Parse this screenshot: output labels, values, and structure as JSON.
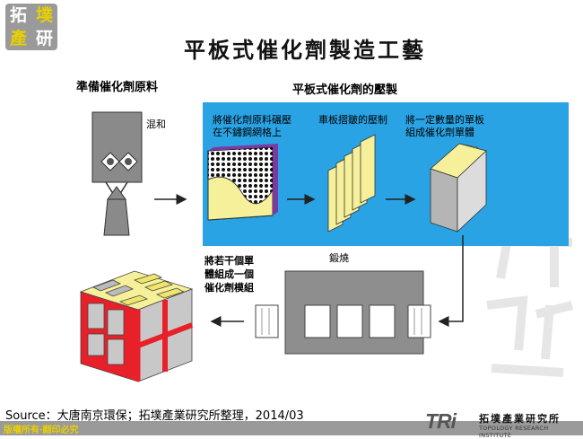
{
  "logo": {
    "chars": [
      "拓",
      "墣",
      "產",
      "研"
    ]
  },
  "title": "平板式催化劑製造工藝",
  "headings": {
    "raw_materials": "準備催化劑原料",
    "pressing": "平板式催化劑的壓製"
  },
  "labels": {
    "mixing": "混和",
    "press_onto_mesh": [
      "將催化劑原料碾壓",
      "在不鏽鋼網格上"
    ],
    "plate_pressing": "車板摺皺的壓制",
    "assemble_unit": [
      "將一定數量的單板",
      "組成催化劑單體"
    ],
    "calcination": "鍛燒",
    "assemble_module": [
      "將若干個單",
      "體組成一個",
      "催化劑模組"
    ]
  },
  "source": "Source：大唐南京環保；拓墣產業研究所整理，2014/03",
  "footer": {
    "copyright": "版權所有‧翻印必究",
    "brand_logo": "TRi",
    "brand_name_zh": "拓墣產業研究所",
    "brand_name_en": "TOPOLOGY RESEARCH INSTITUTE"
  },
  "colors": {
    "panel_blue": "#2aa3e4",
    "plate_yellow": "#f7f09a",
    "module_red": "#e8202a",
    "grey": "#9a9a9a"
  }
}
